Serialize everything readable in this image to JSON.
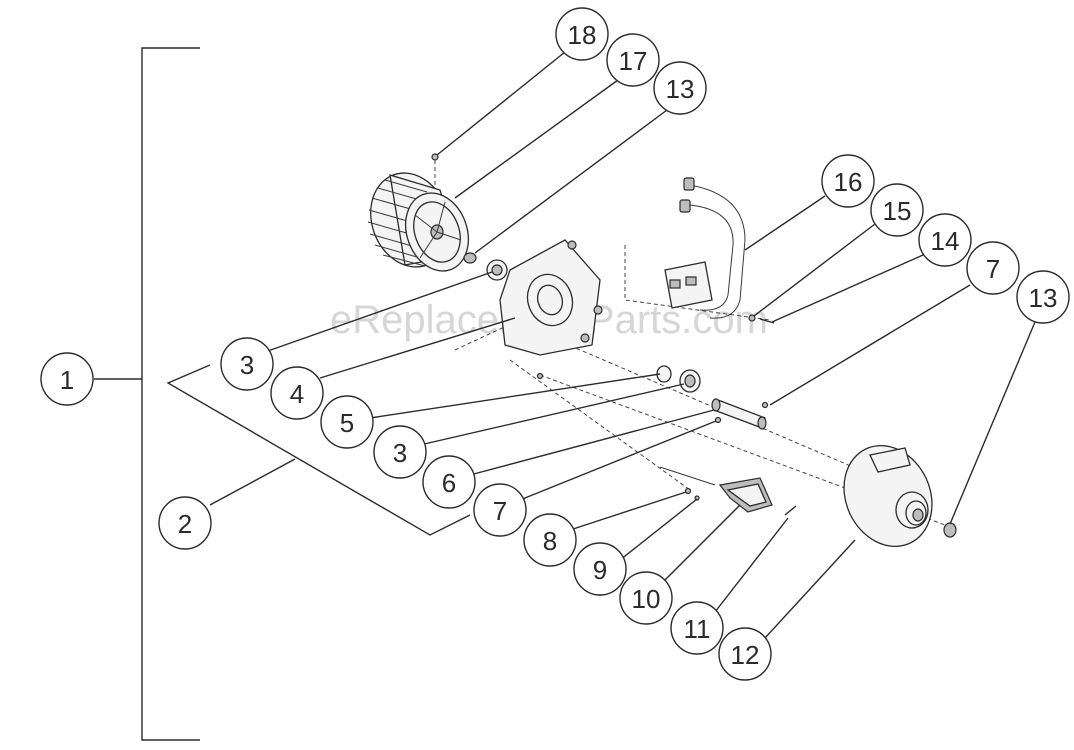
{
  "watermark": "eReplacementParts.com",
  "callouts": {
    "c1": "1",
    "c2": "2",
    "c3a": "3",
    "c4": "4",
    "c5": "5",
    "c3b": "3",
    "c6": "6",
    "c7a": "7",
    "c8": "8",
    "c9": "9",
    "c10": "10",
    "c11": "11",
    "c12": "12",
    "c13a": "13",
    "c17": "17",
    "c18": "18",
    "c16": "16",
    "c15": "15",
    "c14": "14",
    "c7b": "7",
    "c13b": "13"
  }
}
